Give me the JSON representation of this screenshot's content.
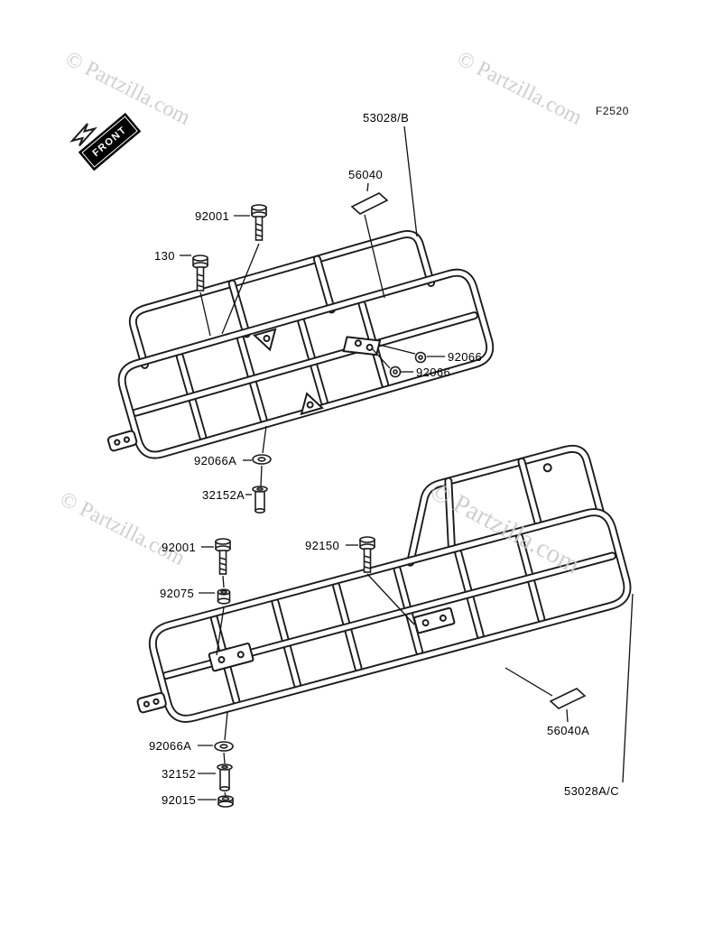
{
  "diagram": {
    "code": "F2520",
    "front_label": "FRONT",
    "watermark": "© Partzilla.com"
  },
  "parts": {
    "rack_front": "53028/B",
    "reflector_front": "56040",
    "bolt_front": "92001",
    "bolt_130": "130",
    "nut_92066_a": "92066",
    "nut_92066_b": "92066",
    "washer_front": "92066A",
    "collar_front": "32152A",
    "bolt_rear": "92001",
    "bolt_92150": "92150",
    "cap_92075": "92075",
    "washer_rear": "92066A",
    "collar_rear": "32152",
    "nut_92015": "92015",
    "reflector_rear": "56040A",
    "rack_rear": "53028A/C"
  }
}
